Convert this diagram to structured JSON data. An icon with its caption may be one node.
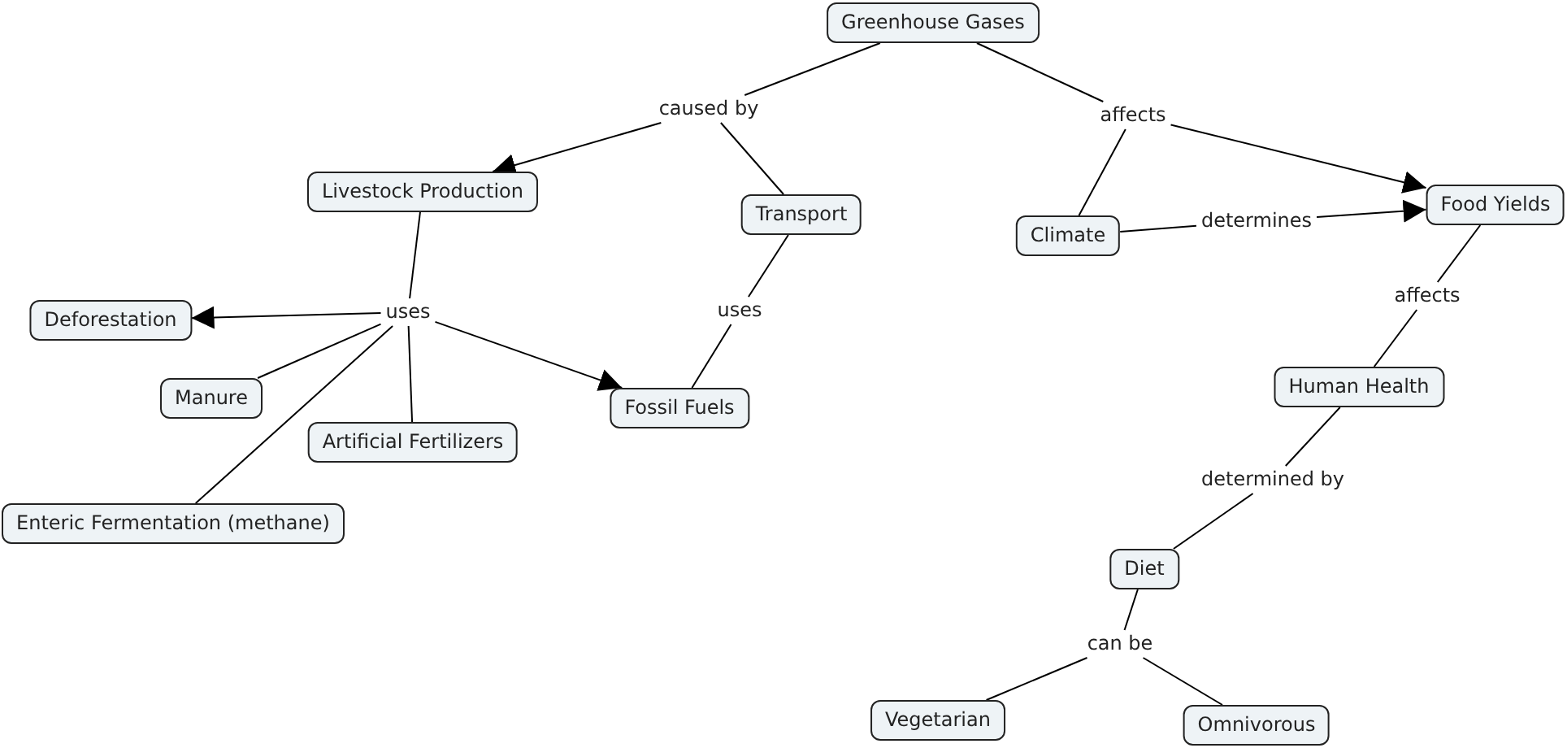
{
  "diagram": {
    "nodes": [
      {
        "text": [
          "Greenhouse Gases"
        ]
      },
      {
        "text": [
          "caused by"
        ]
      },
      {
        "text": [
          "affects"
        ]
      },
      {
        "text": [
          "Livestock Production"
        ]
      },
      {
        "text": [
          "Transport"
        ]
      },
      {
        "text": [
          "Climate"
        ]
      },
      {
        "text": [
          "Food Yields"
        ]
      },
      {
        "text": [
          "uses"
        ]
      },
      {
        "text": [
          "uses"
        ]
      },
      {
        "text": [
          "determines"
        ]
      },
      {
        "text": [
          "affects"
        ]
      },
      {
        "text": [
          "Deforestation"
        ]
      },
      {
        "text": [
          "Manure"
        ]
      },
      {
        "text": [
          "Fossil Fuels"
        ]
      },
      {
        "text": [
          "Human Health"
        ]
      },
      {
        "text": [
          "Artificial Fertilizers"
        ]
      },
      {
        "text": [
          "Enteric Fermentation (methane)"
        ]
      },
      {
        "text": [
          "determined by"
        ]
      },
      {
        "text": [
          "Diet"
        ]
      },
      {
        "text": [
          "can be"
        ]
      },
      {
        "text": [
          "Vegetarian"
        ]
      },
      {
        "text": [
          "Omnivorous"
        ]
      }
    ],
    "edges": [
      {
        "from": 0,
        "to": 1,
        "arrow": "none"
      },
      {
        "from": 1,
        "to": 3,
        "arrow": "to"
      },
      {
        "from": 1,
        "to": 4,
        "arrow": "none"
      },
      {
        "from": 0,
        "to": 2,
        "arrow": "none"
      },
      {
        "from": 2,
        "to": 6,
        "arrow": "to"
      },
      {
        "from": 2,
        "to": 5,
        "arrow": "none"
      },
      {
        "from": 3,
        "to": 7,
        "arrow": "none"
      },
      {
        "from": 7,
        "to": 11,
        "arrow": "to"
      },
      {
        "from": 7,
        "to": 12,
        "arrow": "none"
      },
      {
        "from": 7,
        "to": 15,
        "arrow": "none"
      },
      {
        "from": 7,
        "to": 16,
        "arrow": "none"
      },
      {
        "from": 7,
        "to": 13,
        "arrow": "to"
      },
      {
        "from": 4,
        "to": 8,
        "arrow": "none"
      },
      {
        "from": 8,
        "to": 13,
        "arrow": "none"
      },
      {
        "from": 5,
        "to": 9,
        "arrow": "none"
      },
      {
        "from": 9,
        "to": 6,
        "arrow": "to"
      },
      {
        "from": 6,
        "to": 10,
        "arrow": "none"
      },
      {
        "from": 10,
        "to": 14,
        "arrow": "none"
      },
      {
        "from": 14,
        "to": 17,
        "arrow": "none"
      },
      {
        "from": 17,
        "to": 18,
        "arrow": "none"
      },
      {
        "from": 18,
        "to": 19,
        "arrow": "none"
      },
      {
        "from": 19,
        "to": 20,
        "arrow": "none"
      },
      {
        "from": 19,
        "to": 21,
        "arrow": "none"
      }
    ]
  }
}
